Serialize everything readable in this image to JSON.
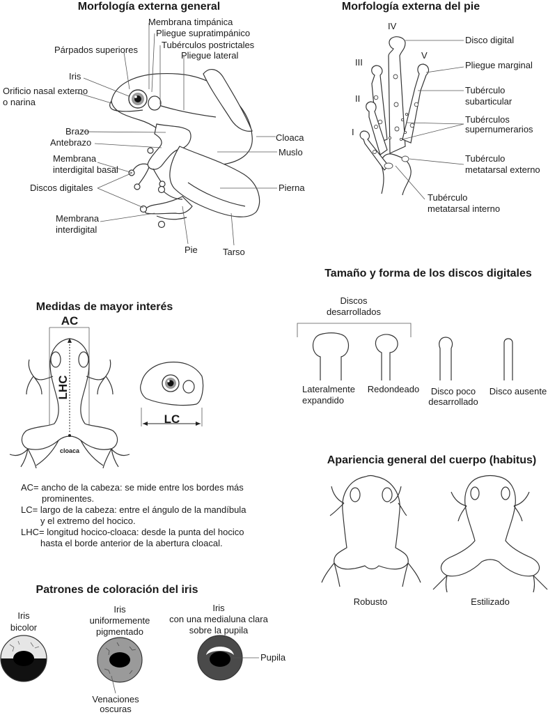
{
  "sections": {
    "general": {
      "title": "Morfología externa general",
      "labels": {
        "membrana_timpanica": "Membrana timpánica",
        "pliegue_supratimpanico": "Pliegue supratimpánico",
        "tuberculos_postrictales": "Tubérculos postrictales",
        "parpados_superiores": "Párpados superiores",
        "pliegue_lateral": "Pliegue lateral",
        "iris": "Iris",
        "orificio_nasal_1": "Orificio nasal externo",
        "orificio_nasal_2": "o narina",
        "brazo": "Brazo",
        "antebrazo": "Antebrazo",
        "cloaca": "Cloaca",
        "muslo": "Muslo",
        "membrana_basal_1": "Membrana",
        "membrana_basal_2": "interdigital basal",
        "discos_digitales": "Discos digitales",
        "pierna": "Pierna",
        "membrana_interdigital_1": "Membrana",
        "membrana_interdigital_2": "interdigital",
        "pie": "Pie",
        "tarso": "Tarso"
      }
    },
    "pie": {
      "title": "Morfología externa del pie",
      "toes": {
        "iv": "IV",
        "iii": "III",
        "v": "V",
        "ii": "II",
        "i": "I"
      },
      "labels": {
        "disco_digital": "Disco digital",
        "pliegue_marginal": "Pliegue marginal",
        "tub_subarticular_1": "Tubérculo",
        "tub_subarticular_2": "subarticular",
        "tub_supernumerarios_1": "Tubérculos",
        "tub_supernumerarios_2": "supernumerarios",
        "tub_met_externo_1": "Tubérculo",
        "tub_met_externo_2": "metatarsal externo",
        "tub_met_interno_1": "Tubérculo",
        "tub_met_interno_2": "metatarsal interno"
      }
    },
    "discos": {
      "title": "Tamaño y forma  de los discos digitales",
      "bracket_1": "Discos",
      "bracket_2": "desarrollados",
      "items": [
        {
          "l1": "Lateralmente",
          "l2": "expandido"
        },
        {
          "l1": "Redondeado",
          "l2": ""
        },
        {
          "l1": "Disco poco",
          "l2": "desarrollado"
        },
        {
          "l1": "Disco ausente",
          "l2": ""
        }
      ]
    },
    "medidas": {
      "title": "Medidas  de mayor interés",
      "ac": "AC",
      "lhc": "LHC",
      "lc": "LC",
      "cloaca": "cloaca",
      "definitions": [
        "AC= ancho de la cabeza: se mide entre los bordes más",
        "prominentes.",
        "LC= largo de la cabeza:  entre el ángulo de la mandíbula",
        "y el extremo del hocico.",
        "LHC= longitud hocico-cloaca:  desde la punta del hocico",
        "hasta el borde anterior de la abertura cloacal."
      ]
    },
    "habitus": {
      "title": "Apariencia general del cuerpo (habitus)",
      "robusto": "Robusto",
      "estilizado": "Estilizado"
    },
    "iris": {
      "title": "Patrones de coloración del iris",
      "bicolor_1": "Iris",
      "bicolor_2": "bicolor",
      "uniforme_1": "Iris",
      "uniforme_2": "uniformemente",
      "uniforme_3": "pigmentado",
      "medialuna_1": "Iris",
      "medialuna_2": "con una medialuna clara",
      "medialuna_3": "sobre la pupila",
      "pupila": "Pupila",
      "venaciones_1": "Venaciones",
      "venaciones_2": "oscuras"
    }
  },
  "colors": {
    "ink": "#1a1a1a",
    "line": "#333333",
    "iris_gray": "#9a9a9a",
    "iris_dark": "#4a4a4a",
    "iris_light": "#e6e6e6"
  }
}
